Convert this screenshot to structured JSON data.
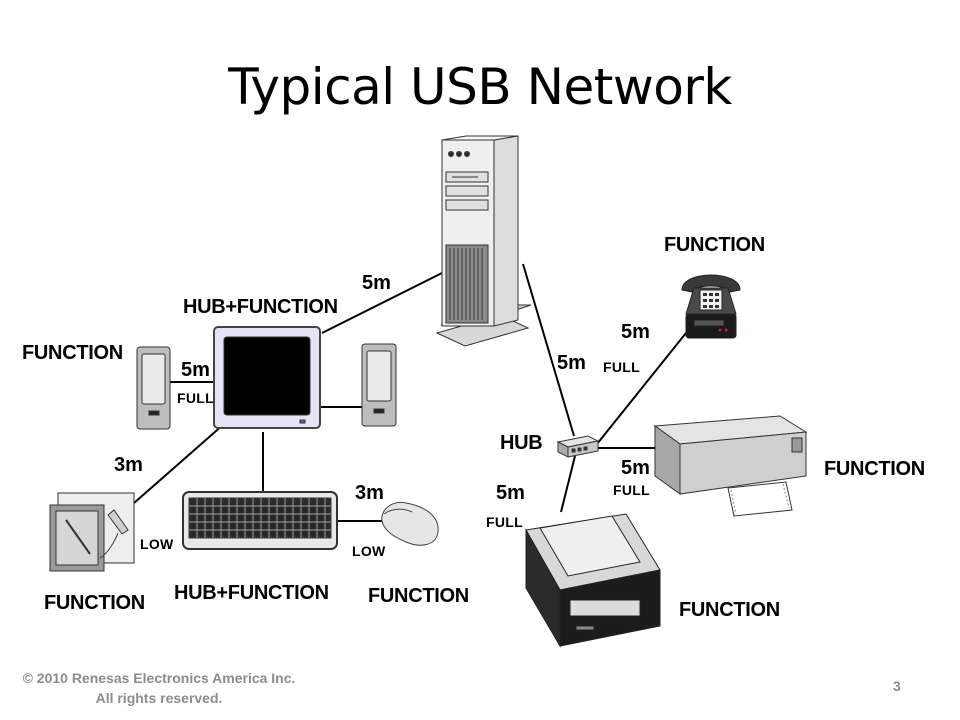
{
  "title": "Typical USB Network",
  "nodes": {
    "pc_to_monitor": {
      "distance": "5m"
    },
    "monitor": {
      "role": "HUB+FUNCTION",
      "distance": "5m",
      "speed": "FULL"
    },
    "left_speaker": {
      "role": "FUNCTION"
    },
    "tablet": {
      "role": "FUNCTION",
      "distance": "3m",
      "speed": "LOW"
    },
    "keyboard": {
      "role": "HUB+FUNCTION"
    },
    "mouse": {
      "role": "FUNCTION",
      "distance": "3m",
      "speed": "LOW"
    },
    "pc_to_hub": {
      "distance": "5m"
    },
    "hub": {
      "role": "HUB"
    },
    "phone": {
      "role": "FUNCTION",
      "distance": "5m",
      "speed": "FULL"
    },
    "printer": {
      "role": "FUNCTION",
      "distance": "5m",
      "speed": "FULL"
    },
    "scanner": {
      "role": "FUNCTION",
      "distance": "5m",
      "speed": "FULL"
    }
  },
  "colors": {
    "line": "#000000",
    "device_light": "#e6e6e6",
    "device_mid": "#bdbdbd",
    "device_dark": "#6e6e6e",
    "monitor_frame": "#e4e4f4",
    "footer_text": "#8c8c8c"
  },
  "footer": {
    "copyright": "© 2010 Renesas Electronics America Inc. All rights reserved.",
    "page_number": "3"
  }
}
